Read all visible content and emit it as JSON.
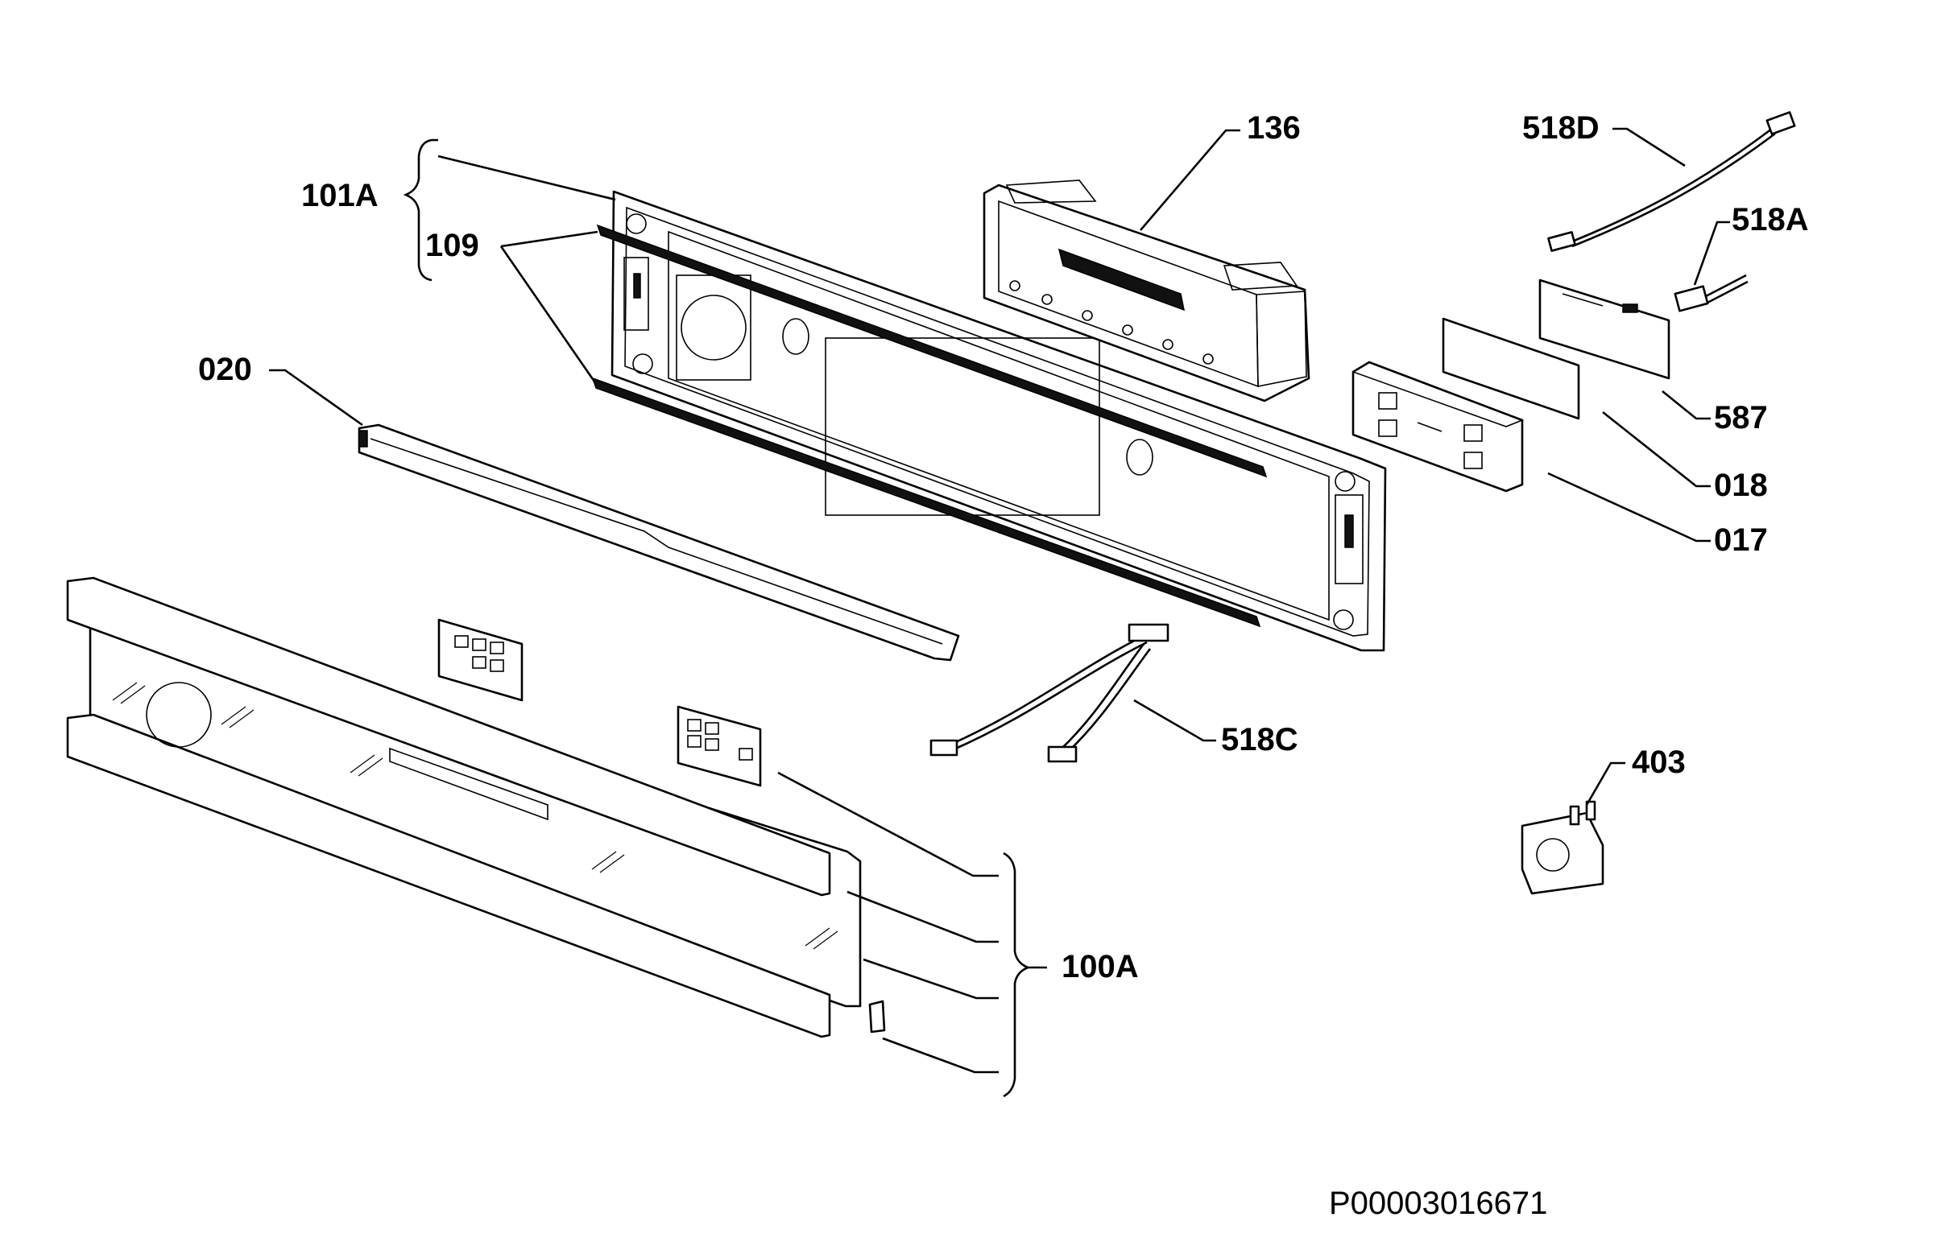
{
  "labels": {
    "p136": "136",
    "p518D": "518D",
    "p101A": "101A",
    "p109": "109",
    "p518A": "518A",
    "p020": "020",
    "p587": "587",
    "p018": "018",
    "p017": "017",
    "p518C": "518C",
    "p403": "403",
    "p100A": "100A"
  },
  "document_id": "P00003016671"
}
